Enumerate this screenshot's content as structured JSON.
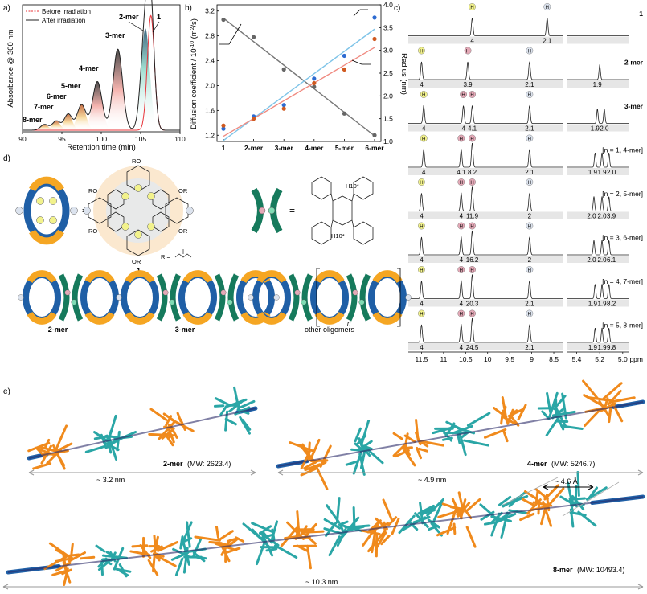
{
  "panel_labels": {
    "a": "a)",
    "b": "b)",
    "c": "c)",
    "d": "d)",
    "e": "e)"
  },
  "colors": {
    "before": "#e8343a",
    "after": "#222222",
    "diffusion": "#666666",
    "radius_blue": "#2d6bd1",
    "radius_orange": "#d0591f",
    "fit_blue": "#7fc4e8",
    "fit_red": "#f08a80",
    "macrocycle_blue": "#1f5fa6",
    "macrocycle_orange": "#f5a623",
    "linker_green": "#167a5c",
    "teal": "#2aa6a6"
  },
  "panel_a": {
    "ylabel": "Absorbance @ 300 nm",
    "xlabel": "Retention time (min)",
    "legend": [
      "Before irradiation",
      "After irradiation"
    ],
    "peak_labels": [
      "1",
      "2-mer",
      "3-mer",
      "4-mer",
      "5-mer",
      "6-mer",
      "7-mer",
      "8-mer"
    ]
  },
  "panel_b": {
    "ylabel_left": "Diffusion coefficient / 10",
    "ylabel_left_exp": "-10",
    "ylabel_left_unit": " (m",
    "ylabel_left_sq": "2",
    "ylabel_left_end": "/s)",
    "ylabel_right": "Radius (nm)"
  },
  "panel_c": {
    "ppm_unit": "ppm",
    "left_ticks": [
      "11.5",
      "11",
      "10.5",
      "10",
      "9.5",
      "9",
      "8.5"
    ],
    "right_ticks": [
      "5.4",
      "5.2",
      "5.0"
    ],
    "rows": [
      {
        "label": "1",
        "ints_left": [
          "4",
          "2.1"
        ],
        "ints_right": []
      },
      {
        "label": "2-mer",
        "ints_left": [
          "4",
          "3.9",
          "2.1"
        ],
        "ints_right": [
          "1.9"
        ]
      },
      {
        "label": "3-mer",
        "ints_left": [
          "4",
          "4",
          "4.1",
          "2.1"
        ],
        "ints_right": [
          "1.9",
          "2.0"
        ]
      },
      {
        "label": "[n = 1, 4-mer]",
        "ints_left": [
          "4",
          "4.1",
          "8.2",
          "2.1"
        ],
        "ints_right": [
          "1.9",
          "1.9",
          "2.0"
        ]
      },
      {
        "label": "[n = 2, 5-mer]",
        "ints_left": [
          "4",
          "4",
          "11.9",
          "2"
        ],
        "ints_right": [
          "2.0",
          "2.0",
          "3.9"
        ]
      },
      {
        "label": "[n = 3, 6-mer]",
        "ints_left": [
          "4",
          "4",
          "16.2",
          "2"
        ],
        "ints_right": [
          "2.0",
          "2.0",
          "6.1"
        ]
      },
      {
        "label": "[n = 4, 7-mer]",
        "ints_left": [
          "4",
          "4",
          "20.3",
          "2.1"
        ],
        "ints_right": [
          "1.9",
          "1.9",
          "8.2"
        ]
      },
      {
        "label": "[n = 5, 8-mer]",
        "ints_left": [
          "4",
          "4",
          "24.5",
          "2.1"
        ],
        "ints_right": [
          "1.9",
          "1.9",
          "9.8"
        ]
      }
    ]
  },
  "panel_d": {
    "compound_label": "1",
    "r_label": "R =",
    "ro_label": "RO",
    "or_label": "OR",
    "h10_label": "H10*",
    "equals": "=",
    "assemblies": [
      "2-mer",
      "3-mer",
      "other oligomers"
    ],
    "n_label": "n"
  },
  "panel_e": {
    "structures": [
      {
        "name": "2-mer",
        "mw": "(MW: 2623.4)",
        "length": "~ 3.2 nm"
      },
      {
        "name": "4-mer",
        "mw": "(MW: 5246.7)",
        "length": "~ 4.9 nm"
      },
      {
        "name": "8-mer",
        "mw": "(MW: 10493.4)",
        "length": "~ 10.3 nm"
      }
    ],
    "spacing": "~ 4.6 Å"
  },
  "chart_data": [
    {
      "type": "line",
      "panel": "a",
      "xlabel": "Retention time (min)",
      "ylabel": "Absorbance @ 300 nm",
      "xlim": [
        90,
        110
      ],
      "xticks": [
        90,
        95,
        100,
        105,
        110
      ],
      "series": [
        {
          "name": "Before irradiation",
          "peaks": [
            {
              "x": 106.3,
              "height": 0.99
            }
          ]
        },
        {
          "name": "After irradiation",
          "peaks": [
            {
              "label": "1",
              "x": 106.3,
              "height": 0.86
            },
            {
              "label": "2-mer",
              "x": 105.6,
              "height": 0.88
            },
            {
              "label": "3-mer",
              "x": 102.1,
              "height": 0.7
            },
            {
              "label": "4-mer",
              "x": 99.5,
              "height": 0.42
            },
            {
              "label": "5-mer",
              "x": 97.5,
              "height": 0.22
            },
            {
              "label": "6-mer",
              "x": 95.8,
              "height": 0.14
            },
            {
              "label": "7-mer",
              "x": 94.3,
              "height": 0.08
            },
            {
              "label": "8-mer",
              "x": 92.8,
              "height": 0.05
            }
          ]
        }
      ]
    },
    {
      "type": "scatter",
      "panel": "b",
      "categories": [
        "1",
        "2-mer",
        "3-mer",
        "4-mer",
        "5-mer",
        "6-mer"
      ],
      "ylabel": "Diffusion coefficient / 10-10 (m2/s)",
      "ylabel_right": "Radius (nm)",
      "ylim": [
        1.1,
        3.3
      ],
      "yticks": [
        1.2,
        1.6,
        2.0,
        2.4,
        2.8,
        3.2
      ],
      "ylim_right": [
        1.0,
        4.0
      ],
      "yticks_right": [
        1.0,
        1.5,
        2.0,
        2.5,
        3.0,
        3.5,
        4.0
      ],
      "series": [
        {
          "axis": "left",
          "values": [
            3.06,
            2.78,
            2.26,
            1.98,
            1.55,
            1.2
          ]
        },
        {
          "axis": "right",
          "values": [
            1.28,
            1.55,
            1.8,
            2.38,
            2.88,
            3.72
          ]
        },
        {
          "axis": "right",
          "values": [
            1.35,
            1.5,
            1.72,
            2.28,
            2.58,
            3.25
          ]
        }
      ]
    }
  ]
}
